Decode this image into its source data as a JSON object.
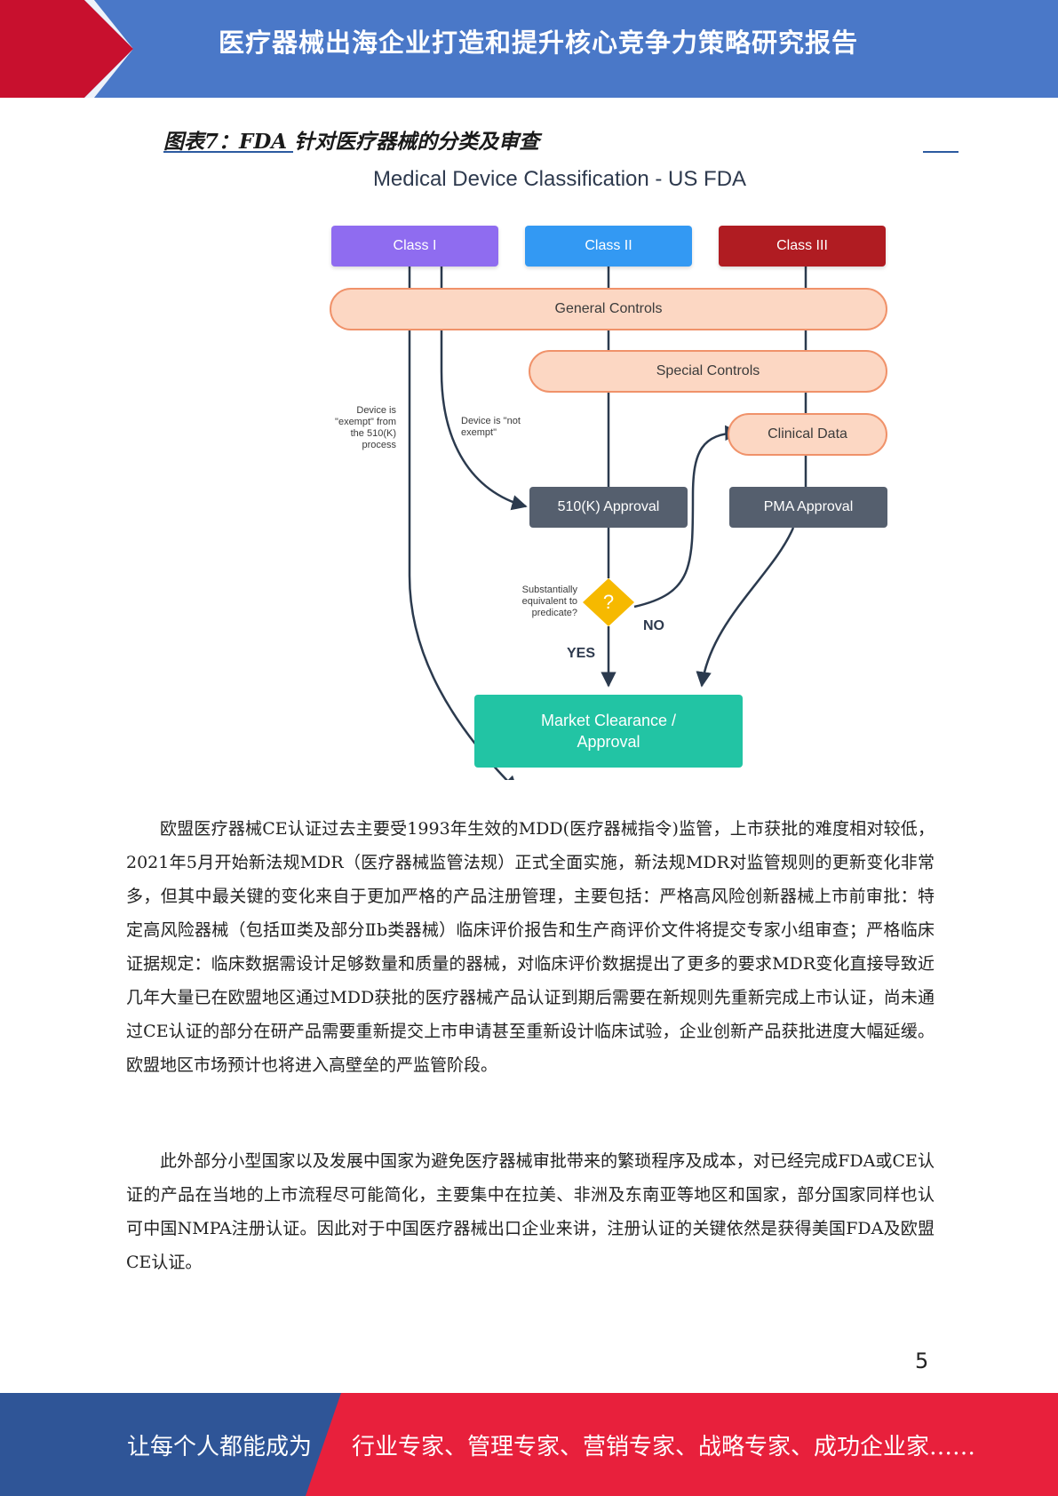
{
  "header": {
    "title": "医疗器械出海企业打造和提升核心竞争力策略研究报告",
    "color_blue": "#4a78c8",
    "color_red": "#c8102e"
  },
  "figure": {
    "caption": "图表7：FDA 针对医疗器械的分类及审查",
    "diagram_title": "Medical Device Classification - US FDA",
    "class_1": "Class I",
    "class_2": "Class II",
    "class_3": "Class III",
    "general_controls": "General Controls",
    "special_controls": "Special Controls",
    "clinical_data": "Clinical Data",
    "approval_510k": "510(K) Approval",
    "pma_approval": "PMA Approval",
    "exempt_note": "Device is\n\"exempt\" from\nthe 510(K)\nprocess",
    "not_exempt_note": "Device is \"not\nexempt\"",
    "question_note": "Substantially\nequivalent to\npredicate?",
    "question_mark": "?",
    "yes": "YES",
    "no": "NO",
    "market_clearance": "Market Clearance /\nApproval",
    "colors": {
      "class_1": "#8f6cf0",
      "class_2": "#3399f3",
      "class_3": "#b01c22",
      "diamond": "#f6b900"
    }
  },
  "body": {
    "paragraph_1": "欧盟医疗器械CE认证过去主要受1993年生效的MDD(医疗器械指令)监管，上市获批的难度相对较低，2021年5月开始新法规MDR（医疗器械监管法规）正式全面实施，新法规MDR对监管规则的更新变化非常多，但其中最关键的变化来自于更加严格的产品注册管理，主要包括：严格高风险创新器械上市前审批：特定高风险器械（包括Ⅲ类及部分Ⅱb类器械）临床评价报告和生产商评价文件将提交专家小组审查；严格临床证据规定：临床数据需设计足够数量和质量的器械，对临床评价数据提出了更多的要求MDR变化直接导致近几年大量已在欧盟地区通过MDD获批的医疗器械产品认证到期后需要在新规则先重新完成上市认证，尚未通过CE认证的部分在研产品需要重新提交上市申请甚至重新设计临床试验，企业创新产品获批进度大幅延缓。欧盟地区市场预计也将进入高壁垒的严监管阶段。",
    "paragraph_2": "此外部分小型国家以及发展中国家为避免医疗器械审批带来的繁琐程序及成本，对已经完成FDA或CE认证的产品在当地的上市流程尽可能简化，主要集中在拉美、非洲及东南亚等地区和国家，部分国家同样也认可中国NMPA注册认证。因此对于中国医疗器械出口企业来讲，注册认证的关键依然是获得美国FDA及欧盟CE认证。"
  },
  "page_number": "5",
  "footer": {
    "left_text": "让每个人都能成为",
    "right_text": "行业专家、管理专家、营销专家、战略专家、成功企业家……",
    "color_blue": "#2f5597",
    "color_red": "#e8203c"
  }
}
